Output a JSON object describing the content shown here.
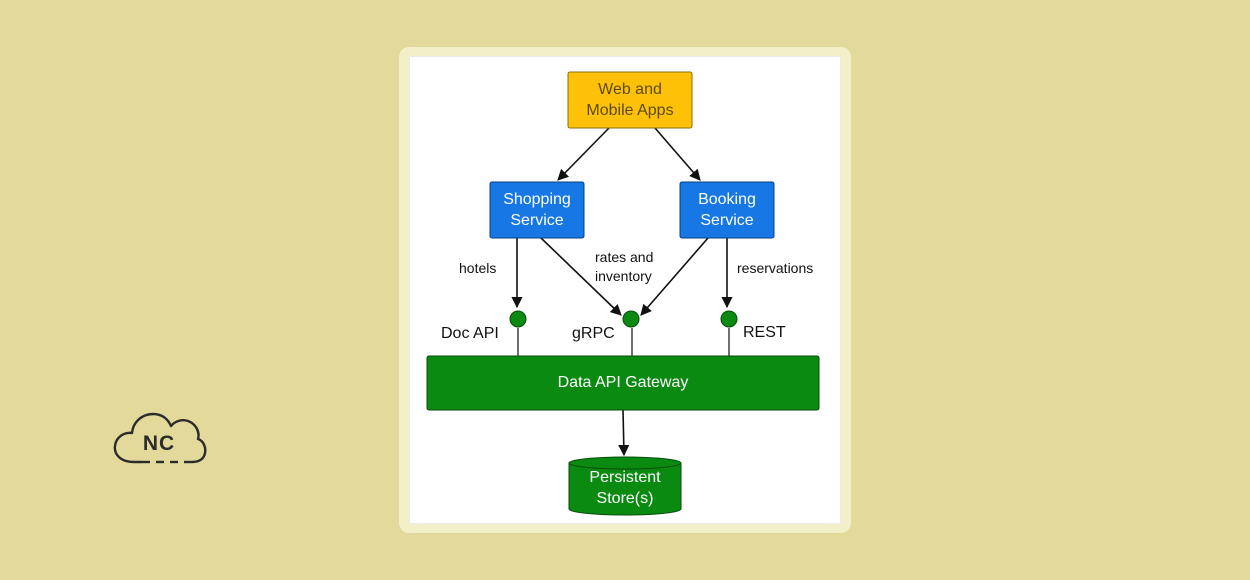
{
  "brand": {
    "logo_text": "NC",
    "colors": {
      "background": "#e2d99a",
      "frame": "#f3efc9",
      "logo_stroke": "#2b2b2b"
    }
  },
  "diagram": {
    "nodes": {
      "web_apps": {
        "line1": "Web and",
        "line2": "Mobile Apps",
        "fill": "#ffc107"
      },
      "shopping": {
        "line1": "Shopping",
        "line2": "Service",
        "fill": "#1677e5"
      },
      "booking": {
        "line1": "Booking",
        "line2": "Service",
        "fill": "#1677e5"
      },
      "gateway": {
        "label": "Data API Gateway",
        "fill": "#0b8a12"
      },
      "store": {
        "line1": "Persistent",
        "line2": "Store(s)",
        "fill": "#0b8a12"
      }
    },
    "edge_labels": {
      "hotels": "hotels",
      "rates_line1": "rates and",
      "rates_line2": "inventory",
      "reservations": "reservations"
    },
    "endpoints": {
      "doc_api": "Doc API",
      "grpc": "gRPC",
      "rest": "REST"
    }
  }
}
